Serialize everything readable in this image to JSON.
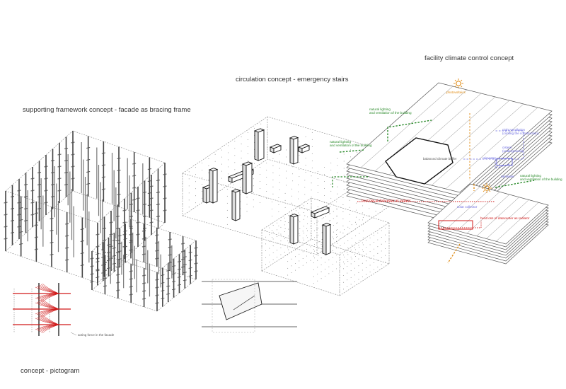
{
  "headings": {
    "framework": "supporting framework concept - facade as bracing frame",
    "circulation": "circulation  concept - emergency stairs",
    "climate": "facility climate control concept",
    "pictogram": "concept - pictogram"
  },
  "labels": {
    "acting_force": "acting force in the facade",
    "nat_light_1a": "natural lighting",
    "nat_light_1b": "and ventilation of the building",
    "nat_light_2a": "natural lighting",
    "nat_light_2b": "and ventilation of the building",
    "nat_light_3a": "natural lighting",
    "nat_light_3b": "and ventilation of the building",
    "photovoltaics": "photovoltaics",
    "night_vent_a": "night ventilation",
    "night_vent_b": "(cooling the construction)",
    "cistern_a": "cistern",
    "cistern_b": "(underground)",
    "rainwater_1": "rainwater",
    "rainwater_2": "rainwater",
    "thermal_buffer": "balanced climate buffer",
    "heat_loss_1": "heat loss of datacenter as radiator",
    "heat_loss_2": "heat loss of datacenter as radiator",
    "collector": "solar collector"
  },
  "colors": {
    "green": "#2a8a2a",
    "red": "#d01818",
    "blue": "#6b6be0",
    "orange": "#e08a10",
    "structure": "#555555",
    "dashed": "#888888"
  },
  "icons": [
    "sun-icon",
    "arrow-icon"
  ]
}
